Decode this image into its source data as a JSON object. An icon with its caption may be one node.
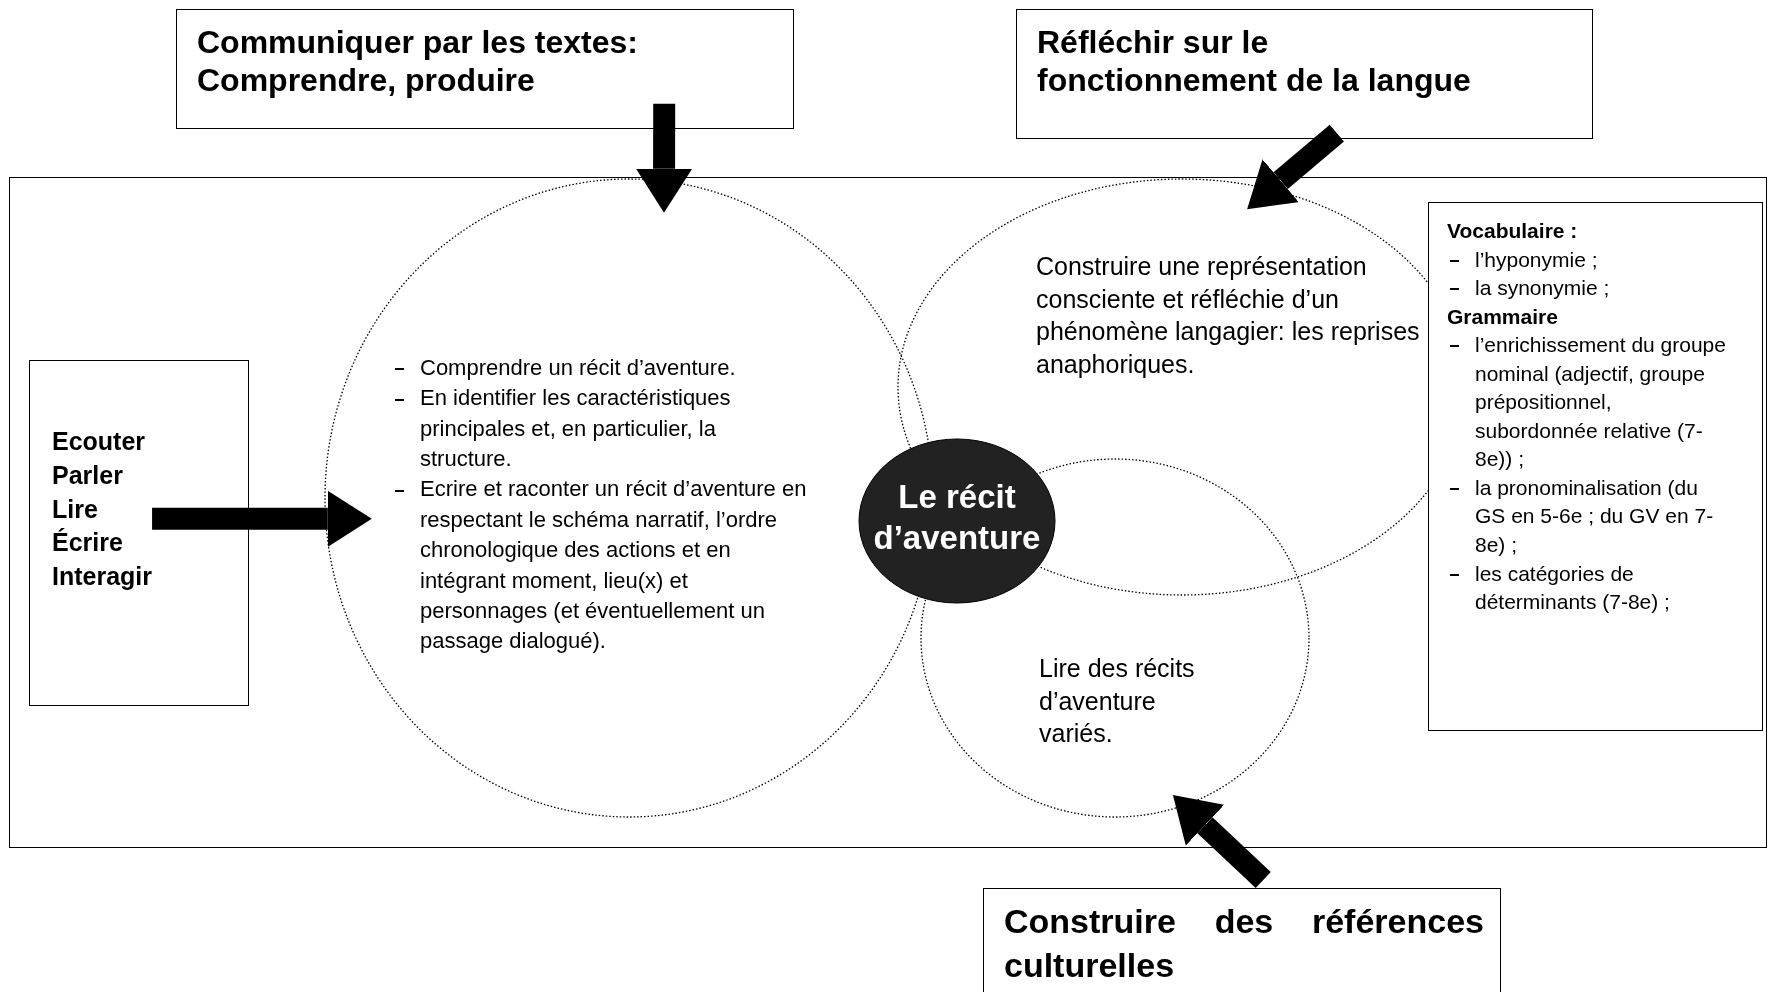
{
  "diagram": {
    "nodes": [
      {
        "text": [],
        "shape": "box"
      },
      {
        "text": [
          "Communiquer par les textes: Comprendre, produire"
        ]
      },
      {
        "text": [
          "Réfléchir sur le fonctionnement de la langue"
        ]
      },
      {
        "text": [
          "Ecouter",
          "Parler",
          "Lire",
          "Écrire",
          "Interagir"
        ],
        "in": 0
      },
      {
        "text": [
          "Comprendre un récit d’aventure.",
          "En identifier les caractéristiques principales et, en particulier, la structure.",
          "Ecrire et raconter un récit d’aventure en respectant le schéma narratif, l’ordre chronologique des actions et en intégrant moment, lieu(x) et personnages (et éventuellement un passage dialogué)."
        ],
        "in": 0
      },
      {
        "text": [
          "Construire une représentation consciente et réfléchie d’un phénomène langagier: les reprises anaphoriques."
        ],
        "in": 0
      },
      {
        "text": [
          "Lire des récits d’aventure variés."
        ],
        "in": 0
      },
      {
        "text": [
          "Le récit d’aventure"
        ],
        "in": 0
      },
      {
        "text": [
          "Vocabulaire :",
          "l’hyponymie ;",
          "la synonymie ;",
          "Grammaire",
          "l’enrichissement du groupe nominal (adjectif, groupe prépositionnel, subordonnée relative (7-8e)) ;",
          "la pronominalisation (du GS en 5-6e ; du GV en 7-8e) ;",
          "les catégories de déterminants (7-8e) ;"
        ],
        "in": 0
      },
      {
        "text": [
          "Construire des références culturelles"
        ]
      }
    ],
    "edges": [
      {
        "from": 1,
        "to": 4,
        "arrow": "to"
      },
      {
        "from": 2,
        "to": 5,
        "arrow": "to"
      },
      {
        "from": 3,
        "to": 4,
        "arrow": "to"
      },
      {
        "from": 9,
        "to": 6,
        "arrow": "to"
      }
    ]
  }
}
